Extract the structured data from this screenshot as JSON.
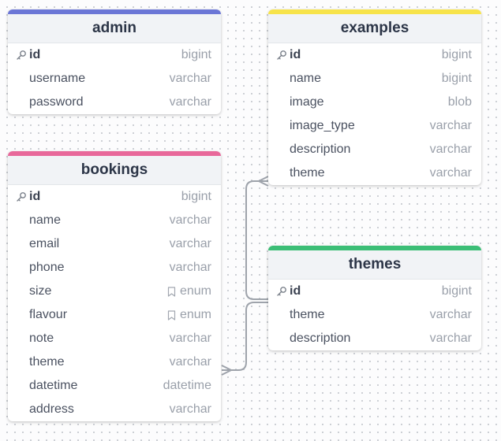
{
  "colors": {
    "admin": "#6b76d6",
    "examples": "#f7e34a",
    "bookings": "#e8689a",
    "themes": "#3cbe76",
    "connector": "#9ea3ab"
  },
  "tables": {
    "admin": {
      "title": "admin",
      "fields": [
        {
          "name": "id",
          "type": "bigint",
          "pk": true
        },
        {
          "name": "username",
          "type": "varchar"
        },
        {
          "name": "password",
          "type": "varchar"
        }
      ]
    },
    "examples": {
      "title": "examples",
      "fields": [
        {
          "name": "id",
          "type": "bigint",
          "pk": true
        },
        {
          "name": "name",
          "type": "bigint"
        },
        {
          "name": "image",
          "type": "blob"
        },
        {
          "name": "image_type",
          "type": "varchar"
        },
        {
          "name": "description",
          "type": "varchar"
        },
        {
          "name": "theme",
          "type": "varchar"
        }
      ]
    },
    "bookings": {
      "title": "bookings",
      "fields": [
        {
          "name": "id",
          "type": "bigint",
          "pk": true
        },
        {
          "name": "name",
          "type": "varchar"
        },
        {
          "name": "email",
          "type": "varchar"
        },
        {
          "name": "phone",
          "type": "varchar"
        },
        {
          "name": "size",
          "type": "enum",
          "enum": true
        },
        {
          "name": "flavour",
          "type": "enum",
          "enum": true
        },
        {
          "name": "note",
          "type": "varchar"
        },
        {
          "name": "theme",
          "type": "varchar"
        },
        {
          "name": "datetime",
          "type": "datetime"
        },
        {
          "name": "address",
          "type": "varchar"
        }
      ]
    },
    "themes": {
      "title": "themes",
      "fields": [
        {
          "name": "id",
          "type": "bigint",
          "pk": true
        },
        {
          "name": "theme",
          "type": "varchar"
        },
        {
          "name": "description",
          "type": "varchar"
        }
      ]
    }
  },
  "relations": [
    {
      "from": "themes.id",
      "to": "examples.theme"
    },
    {
      "from": "themes.id",
      "to": "bookings.theme"
    }
  ]
}
